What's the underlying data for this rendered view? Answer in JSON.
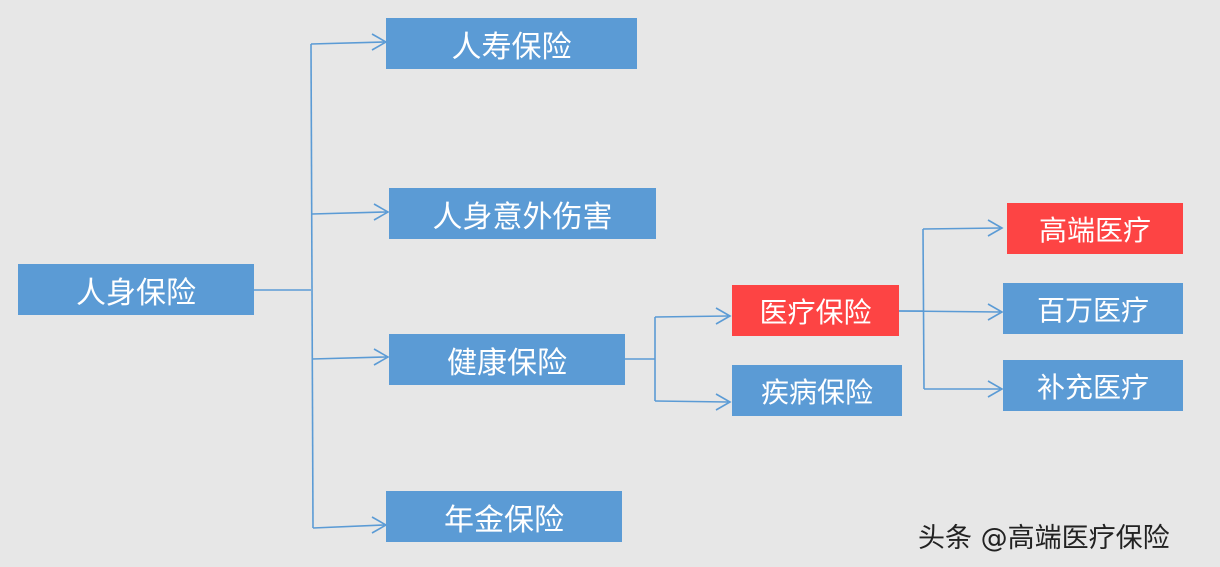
{
  "colors": {
    "background": "#e7e7e7",
    "node_blue": "#5b9bd5",
    "node_red": "#fd4444",
    "connector": "#5b9bd5",
    "node_text": "#ffffff"
  },
  "nodes": {
    "root": "人身保险",
    "life": "人寿保险",
    "accident": "人身意外伤害",
    "health": "健康保险",
    "annuity": "年金保险",
    "medical": "医疗保险",
    "disease": "疾病保险",
    "high_end": "高端医疗",
    "million": "百万医疗",
    "supplementary": "补充医疗"
  },
  "watermark": "头条 @高端医疗保险"
}
